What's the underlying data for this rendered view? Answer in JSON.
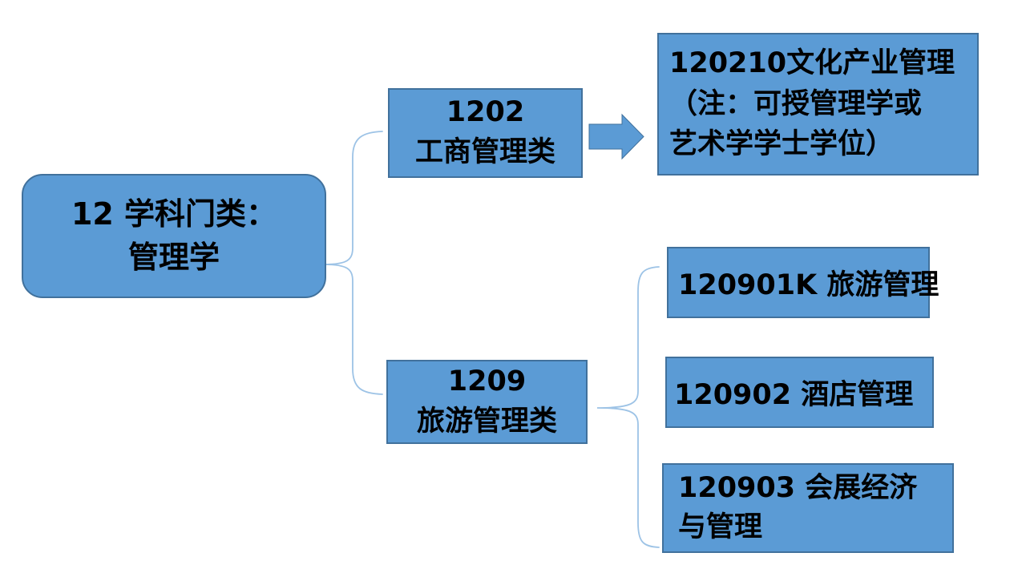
{
  "title": "Academic discipline classification diagram: Management (学科门类 12 管理学)",
  "colors": {
    "box_fill": "#5b9bd5",
    "box_border": "#41719c",
    "connector": "#9dc3e6",
    "text": "#000000",
    "background": "#ffffff"
  },
  "nodes": {
    "root": {
      "lines": [
        "12 学科门类：",
        "管理学"
      ]
    },
    "group_1202": {
      "lines": [
        "1202",
        "工商管理类"
      ]
    },
    "group_1209": {
      "lines": [
        "1209",
        "旅游管理类"
      ]
    },
    "major_120210": {
      "lines": [
        "120210文化产业管理",
        "（注：可授管理学或",
        "艺术学学士学位）"
      ]
    },
    "major_120901k": {
      "lines": [
        "120901K 旅游管理"
      ]
    },
    "major_120902": {
      "lines": [
        "120902 酒店管理"
      ]
    },
    "major_120903": {
      "lines": [
        "120903 会展经济",
        "与管理"
      ]
    }
  },
  "edges": [
    {
      "type": "brace",
      "from": "root",
      "to": [
        "group_1202",
        "group_1209"
      ]
    },
    {
      "type": "arrow",
      "from": "group_1202",
      "to": [
        "major_120210"
      ]
    },
    {
      "type": "brace",
      "from": "group_1209",
      "to": [
        "major_120901k",
        "major_120902",
        "major_120903"
      ]
    }
  ]
}
